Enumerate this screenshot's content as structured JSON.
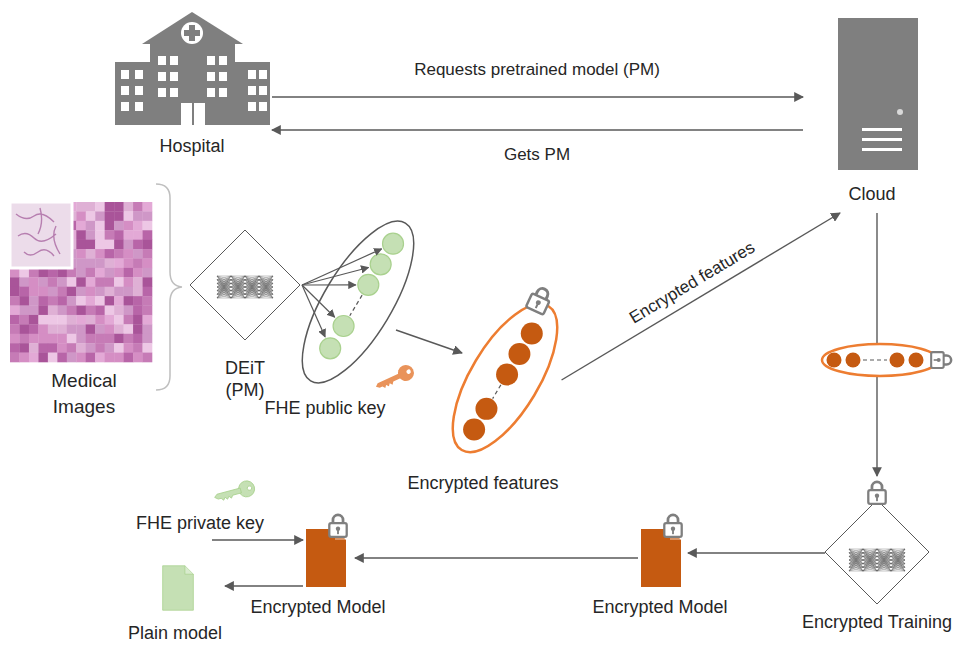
{
  "diagram": {
    "nodes": [
      {
        "text": [
          "Hospital"
        ]
      },
      {
        "text": [
          "Cloud"
        ]
      },
      {
        "text": [
          "Medical Images"
        ]
      },
      {
        "text": [
          "DEiT (PM)"
        ]
      },
      {
        "text": [
          "FHE public key"
        ]
      },
      {
        "text": [
          "Encrypted features"
        ]
      },
      {
        "text": [
          "Encrypted Training"
        ]
      },
      {
        "text": [
          "Encrypted Model"
        ]
      },
      {
        "text": [
          "Encrypted Model"
        ]
      },
      {
        "text": [
          "FHE private key"
        ]
      },
      {
        "text": [
          "Plain model"
        ]
      }
    ],
    "edges": [
      {
        "from": 0,
        "to": 1,
        "label": "Requests pretrained model (PM)",
        "arrow": "to"
      },
      {
        "from": 1,
        "to": 0,
        "label": "Gets PM",
        "arrow": "to"
      },
      {
        "from": 5,
        "to": 1,
        "label": "Encrypted features",
        "arrow": "to"
      },
      {
        "from": 1,
        "to": 6,
        "arrow": "to"
      },
      {
        "from": 6,
        "to": 7,
        "arrow": "to"
      },
      {
        "from": 7,
        "to": 8,
        "arrow": "to"
      },
      {
        "from": 9,
        "to": 8,
        "arrow": "to"
      },
      {
        "from": 8,
        "to": 10,
        "arrow": "to"
      }
    ]
  }
}
